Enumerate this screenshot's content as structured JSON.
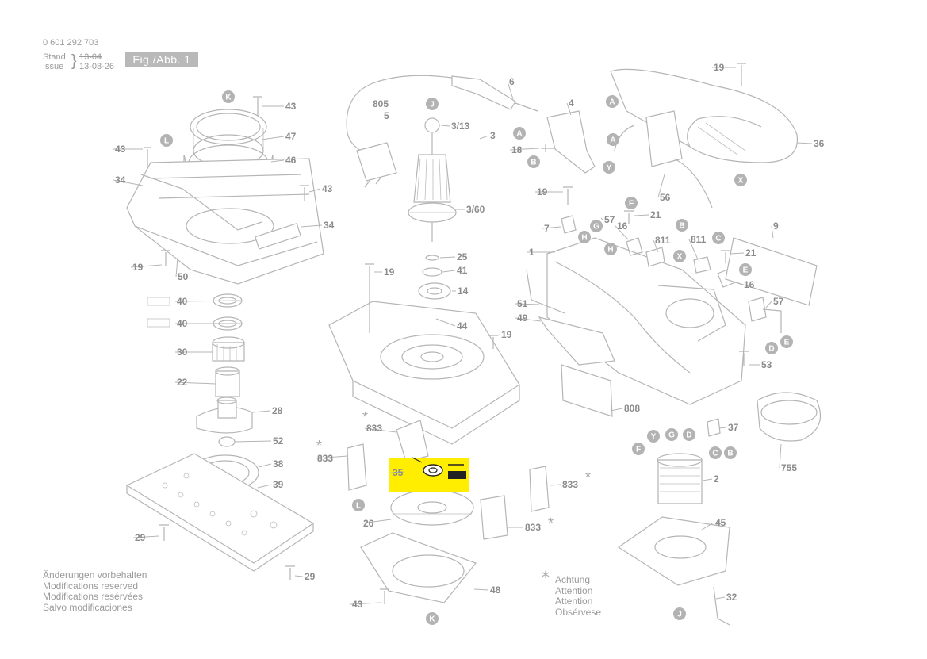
{
  "header": {
    "part_number": "0 601 292 703",
    "stand_label": "Stand",
    "issue_label": "Issue",
    "stand_date": "13-04",
    "issue_date": "13-08-26",
    "figure_label": "Fig./Abb. 1"
  },
  "notes": [
    "Änderungen vorbehalten",
    "Modifications reserved",
    "Modifications resérvées",
    "Salvo modificaciones"
  ],
  "caution": {
    "symbol": "*",
    "lines": [
      "Achtung",
      "Attention",
      "Attention",
      "Obsérvese"
    ]
  },
  "highlight": {
    "part": "35",
    "color": "#ffee00"
  },
  "colors": {
    "line": "#b5b5b5",
    "text": "#8c8c8c",
    "callout_fill": "#b3b3b3",
    "callout_text": "#ffffff"
  },
  "part_labels": [
    "43",
    "47",
    "46",
    "43",
    "43",
    "34",
    "34",
    "19",
    "50",
    "40",
    "40",
    "30",
    "22",
    "28",
    "52",
    "38",
    "39",
    "29",
    "29",
    "805",
    "5",
    "6",
    "3/13",
    "3",
    "4",
    "18",
    "3/60",
    "25",
    "41",
    "14",
    "19",
    "44",
    "19",
    "833",
    "833",
    "35",
    "833",
    "26",
    "833",
    "48",
    "43",
    "19",
    "36",
    "56",
    "19",
    "57",
    "21",
    "7",
    "16",
    "811",
    "811",
    "21",
    "9",
    "1",
    "16",
    "51",
    "49",
    "57",
    "53",
    "808",
    "37",
    "755",
    "2",
    "45",
    "32"
  ],
  "callouts": [
    "K",
    "L",
    "J",
    "A",
    "B",
    "A",
    "A",
    "Y",
    "X",
    "F",
    "G",
    "H",
    "B",
    "H",
    "C",
    "X",
    "E",
    "E",
    "D",
    "L",
    "K",
    "Y",
    "G",
    "D",
    "F",
    "C",
    "B",
    "J"
  ],
  "icons": [
    "bearing-tool-icon",
    "caution-star-icon"
  ]
}
